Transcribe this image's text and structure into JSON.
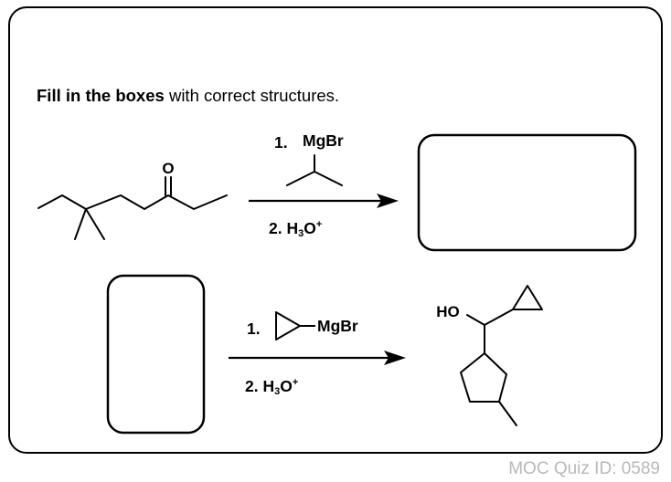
{
  "instruction": {
    "bold": "Fill in the boxes",
    "rest": " with correct structures."
  },
  "reaction1": {
    "step1_number": "1.",
    "step1_reagent": "MgBr",
    "step2_prefix": "2. H",
    "step2_sub": "3",
    "step2_mid": "O",
    "step2_sup": "+",
    "carbonyl_atom": "O"
  },
  "reaction2": {
    "step1_number": "1.",
    "step1_reagent": "MgBr",
    "step2_prefix": "2. H",
    "step2_sub": "3",
    "step2_mid": "O",
    "step2_sup": "+",
    "product_hydroxyl": "HO"
  },
  "footer": {
    "quiz_id": "MOC Quiz ID: 0589"
  },
  "colors": {
    "line": "#000000",
    "footer_text": "#b8b8b8"
  }
}
